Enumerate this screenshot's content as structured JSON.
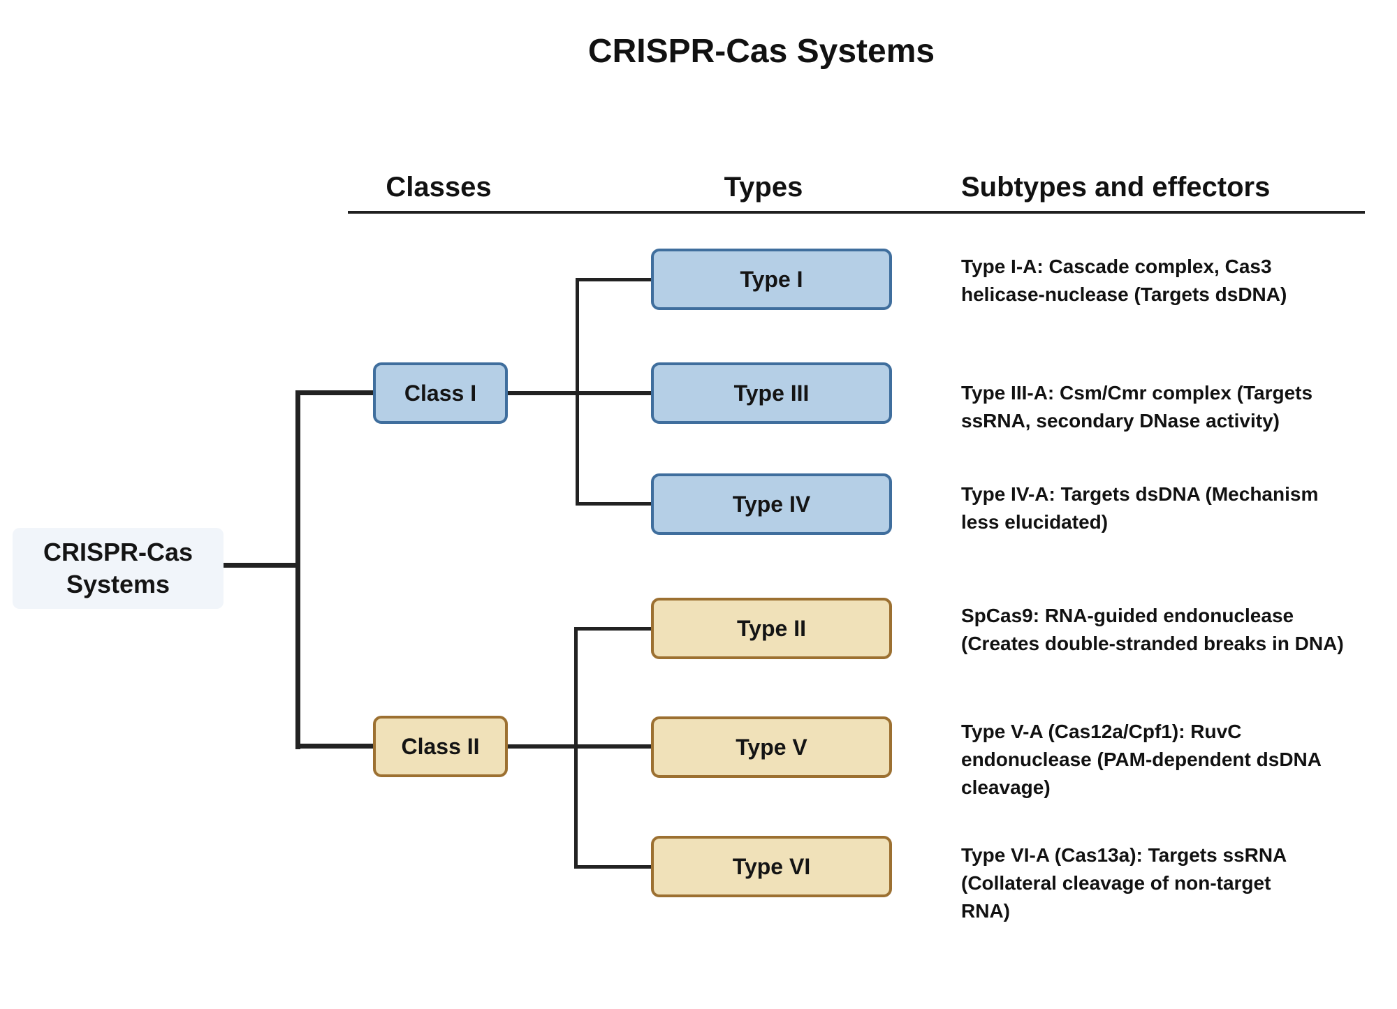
{
  "title": "CRISPR-Cas Systems",
  "columns": {
    "classes": "Classes",
    "types": "Types",
    "subtypes": "Subtypes and effectors"
  },
  "root": {
    "label": "CRISPR-Cas\nSystems"
  },
  "classes": [
    {
      "label": "Class I",
      "types": [
        {
          "label": "Type I",
          "description": "Type I-A: Cascade complex, Cas3\nhelicase-nuclease (Targets dsDNA)"
        },
        {
          "label": "Type III",
          "description": "Type III-A: Csm/Cmr complex (Targets\nssRNA, secondary DNase activity)"
        },
        {
          "label": "Type IV",
          "description": "Type IV-A: Targets dsDNA (Mechanism\nless elucidated)"
        }
      ]
    },
    {
      "label": "Class II",
      "types": [
        {
          "label": "Type II",
          "description": "SpCas9: RNA-guided endonuclease\n(Creates double-stranded breaks in DNA)"
        },
        {
          "label": "Type V",
          "description": "Type V-A (Cas12a/Cpf1): RuvC\nendonuclease (PAM-dependent dsDNA\ncleavage)"
        },
        {
          "label": "Type VI",
          "description": "Type VI-A (Cas13a): Targets ssRNA\n(Collateral cleavage of non-target\nRNA)"
        }
      ]
    }
  ],
  "colors": {
    "class1_fill": "#b5cfe6",
    "class1_border": "#3f6e9d",
    "class2_fill": "#f0e1b9",
    "class2_border": "#9c7031",
    "root_fill": "#f1f5fa",
    "connector": "#222222",
    "text": "#111111"
  }
}
